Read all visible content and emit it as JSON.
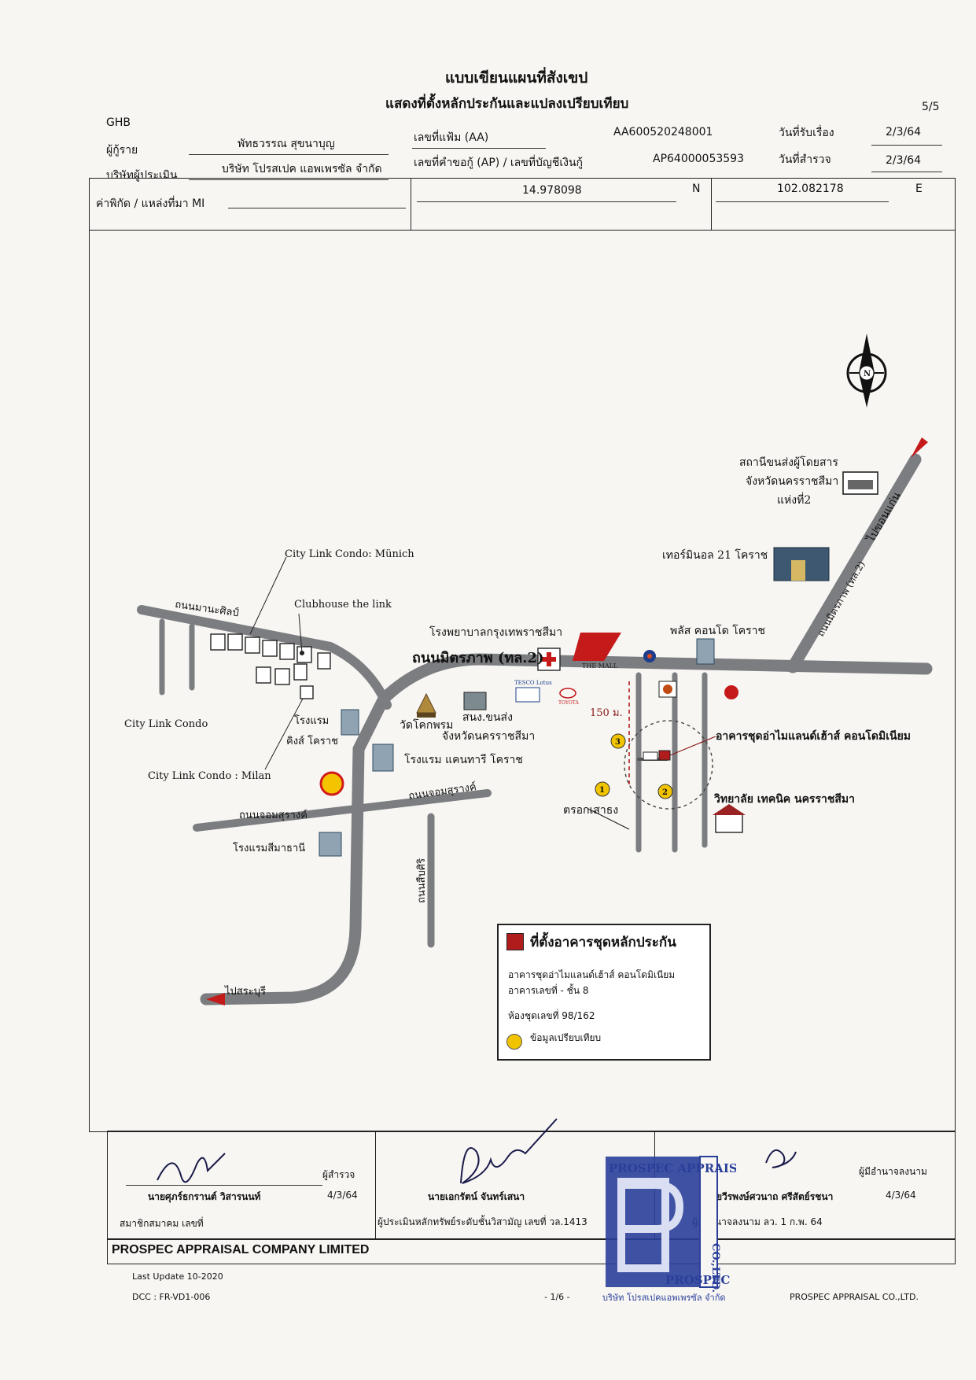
{
  "header": {
    "title": "แบบเขียนแผนที่สังเขป",
    "subtitle": "แสดงที่ตั้งหลักประกันและแปลงเปรียบเทียบ",
    "page_no": "5/5",
    "bank": "GHB",
    "borrower_label": "ผู้กู้ราย",
    "borrower_name": "พัทธวรรณ สุขนาบุญ",
    "file_no_label": "เลขที่แฟ้ม (AA)",
    "file_no": "AA600520248001",
    "received_date_label": "วันที่รับเรื่อง",
    "received_date": "2/3/64",
    "appraiser_label": "บริษัทผู้ประเมิน",
    "appraiser_name": "บริษัท โปรสเปค แอพเพรซัล จำกัด",
    "ap_no_label": "เลขที่คำขอกู้ (AP) / เลขที่บัญชีเงินกู้",
    "ap_no": "AP64000053593",
    "survey_date_label": "วันที่สำรวจ",
    "survey_date": "2/3/64",
    "coord_label": "ค่าพิกัด / แหล่งที่มา MI",
    "lat": "14.978098",
    "lat_dir": "N",
    "lon": "102.082178",
    "lon_dir": "E"
  },
  "map": {
    "labels": {
      "bus_terminal": [
        "สถานีขนส่งผู้โดยสาร",
        "จังหวัดนครราชสีมา",
        "แห่งที่2"
      ],
      "to_khonkaen": "ไปขอนแก่น",
      "terminal21": "เทอร์มินอล 21 โคราช",
      "mittraphap_right": "ถนนมิตรภาพ (ทล.2)",
      "plus_condo": "พลัส คอนโด โคราช",
      "bangkok_hospital": "โรงพยาบาลกรุงเทพราชสีมา",
      "mittraphap_main": "ถนนมิตรภาพ (ทล.2)",
      "the_mall": "THE MALL",
      "tesco": "TESCO Lotus",
      "toyota": "TOYOTA",
      "distance": "150 ม.",
      "wat_khok_phrom": "วัดโคกพรม",
      "transport_office": [
        "สนง.ขนส่ง",
        "จังหวัดนครราชสีมา"
      ],
      "hotel_canary": "โรงแรม แคนทารี โคราช",
      "subject_building": "อาคารชุดอ่าไมแลนด์เฮ้าส์ คอนโดมิเนียม",
      "technic_college": "วิทยาลัย เทคนิค นครราชสีมา",
      "soi_sao_thong": "ตรอกเสาธง",
      "chomsurang": "ถนนจอมสุรางค์",
      "city_link_munich": "City Link Condo: Münich",
      "clubhouse": "Clubhouse the link",
      "manasilp": "ถนนมานะศิลป์",
      "city_link_condo": "City Link Condo",
      "hotel_kings": [
        "โรงแรม",
        "คิงส์ โคราช"
      ],
      "city_link_milan": "City Link Condo : Milan",
      "suebsiri": "ถนนสืบศิริ",
      "hotel_sima_thani": "โรงแรมสีมาธานี",
      "to_saraburi": "ไปสระบุรี",
      "comp1": "1",
      "comp2": "2",
      "comp3": "3",
      "north": "N"
    }
  },
  "legend": {
    "title": "ที่ตั้งอาคารชุดหลักประกัน",
    "line1": "อาคารชุดอ่าไมแลนด์เฮ้าส์ คอนโดมิเนียม",
    "line2": "อาคารเลขที่ - ชั้น 8",
    "line3": "ห้องชุดเลขที่ 98/162",
    "comparison_label": "ข้อมูลเปรียบเทียบ"
  },
  "footer": {
    "surveyor_role": "ผู้สำรวจ",
    "surveyor_name": "นายศุภร์ธกรานต์ วิสารนนท์",
    "surveyor_date": "4/3/64",
    "surveyor_member": "สมาชิกสมาคม เลขที่",
    "appraiser_name": "นายเอกรัตน์ จันทร์เสนา",
    "appraiser_license": "ผู้ประเมินหลักทรัพย์ระดับชั้นวิสามัญ เลขที่ วล.1413",
    "signer_role": "ผู้มีอำนาจลงนาม",
    "signer_name": "นายวีรพงษ์ศวนาถ ศรีสัตย์รชนา",
    "signer_date": "4/3/64",
    "signer_authority": "ผู้มีอำนาจลงนาม ลว. 1 ก.พ. 64",
    "company": "PROSPEC APPRAISAL COMPANY LIMITED",
    "last_update": "Last Update 10-2020",
    "dcc": "DCC : FR-VD1-006",
    "page_center": "- 1/6 -",
    "company_short": "PROSPEC APPRAISAL CO.,LTD.",
    "stamp_top": "PROSPEC APPRAISAL",
    "stamp_side": "CO.,LTD.",
    "stamp_bottom": "PROSPEC",
    "stamp_caption": "บริษัท โปรสเปคแอพเพรซัล จำกัด"
  },
  "colors": {
    "road": "#7b7d80",
    "subject_marker": "#b01c1c",
    "comparison_marker": "#f2c400",
    "stamp_blue": "#2a3f9a",
    "circle": "#444444"
  }
}
